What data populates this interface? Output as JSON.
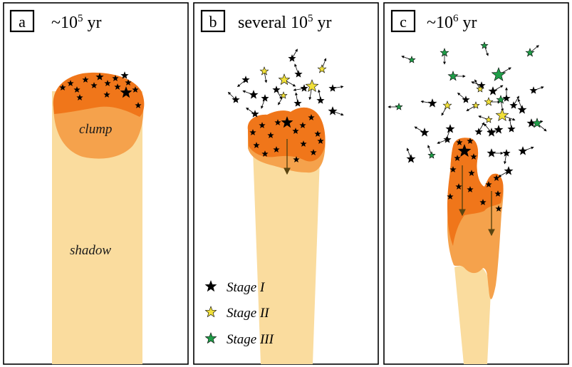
{
  "colors": {
    "shadow": "#fadc9e",
    "clump_outer": "#f0761a",
    "clump_inner": "#f5a24c",
    "stage_1": "#000000",
    "stage_2": "#f1e03a",
    "stage_3": "#1f9d48",
    "flow_arrow": "#5a4410"
  },
  "panels": [
    {
      "label": "a",
      "time_prefix": "~10",
      "time_exp": "5",
      "time_suffix": " yr",
      "clump_label": "clump",
      "shadow_label": "shadow"
    },
    {
      "label": "b",
      "time_prefix": "several 10",
      "time_exp": "5",
      "time_suffix": " yr"
    },
    {
      "label": "c",
      "time_prefix": "~10",
      "time_exp": "6",
      "time_suffix": " yr"
    }
  ],
  "legend": [
    {
      "stage": 1,
      "label": "Stage I"
    },
    {
      "stage": 2,
      "label": "Stage II"
    },
    {
      "stage": 3,
      "label": "Stage III"
    }
  ]
}
